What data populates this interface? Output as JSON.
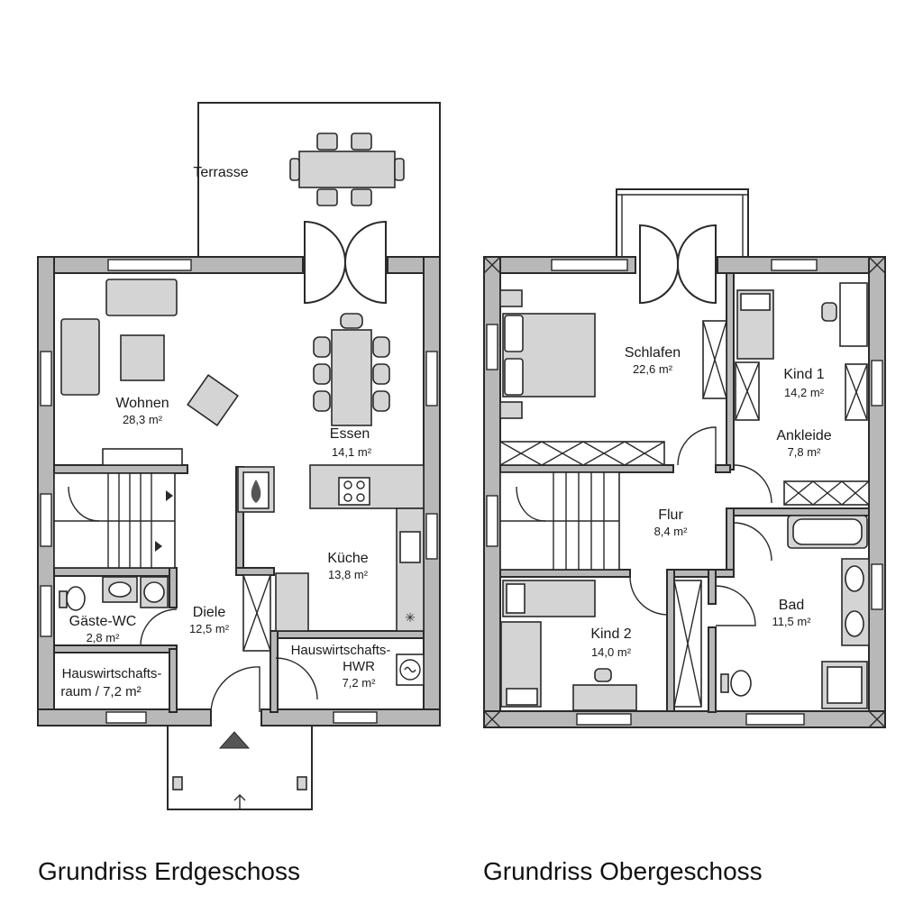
{
  "ground_floor": {
    "title": "Grundriss Erdgeschoss",
    "terrace": {
      "name": "Terrasse"
    },
    "living": {
      "name": "Wohnen",
      "area": "28,3 m²"
    },
    "dining": {
      "name": "Essen",
      "area": "14,1 m²"
    },
    "kitchen": {
      "name": "Küche",
      "area": "13,8 m²"
    },
    "hall": {
      "name": "Diele",
      "area": "12,5 m²"
    },
    "guest_wc": {
      "name": "Gäste-WC",
      "area": "2,8 m²"
    },
    "utility_left": {
      "name_line1": "Hauswirtschafts-",
      "name_line2": "raum / 7,2 m²"
    },
    "utility_right": {
      "name_line1": "Hauswirtschafts-",
      "name_line2": "HWR",
      "area": "7,2 m²"
    }
  },
  "upper_floor": {
    "title": "Grundriss Obergeschoss",
    "bedroom": {
      "name": "Schlafen",
      "area": "22,6 m²"
    },
    "child1": {
      "name": "Kind 1",
      "area": "14,2 m²"
    },
    "dressing": {
      "name": "Ankleide",
      "area": "7,8 m²"
    },
    "corridor": {
      "name": "Flur",
      "area": "8,4 m²"
    },
    "child2": {
      "name": "Kind 2",
      "area": "14,0 m²"
    },
    "bath": {
      "name": "Bad",
      "area": "11,5 m²"
    }
  },
  "colors": {
    "wall": "#b8b8b8",
    "furniture": "#d4d4d4",
    "line": "#2a2a2a"
  }
}
